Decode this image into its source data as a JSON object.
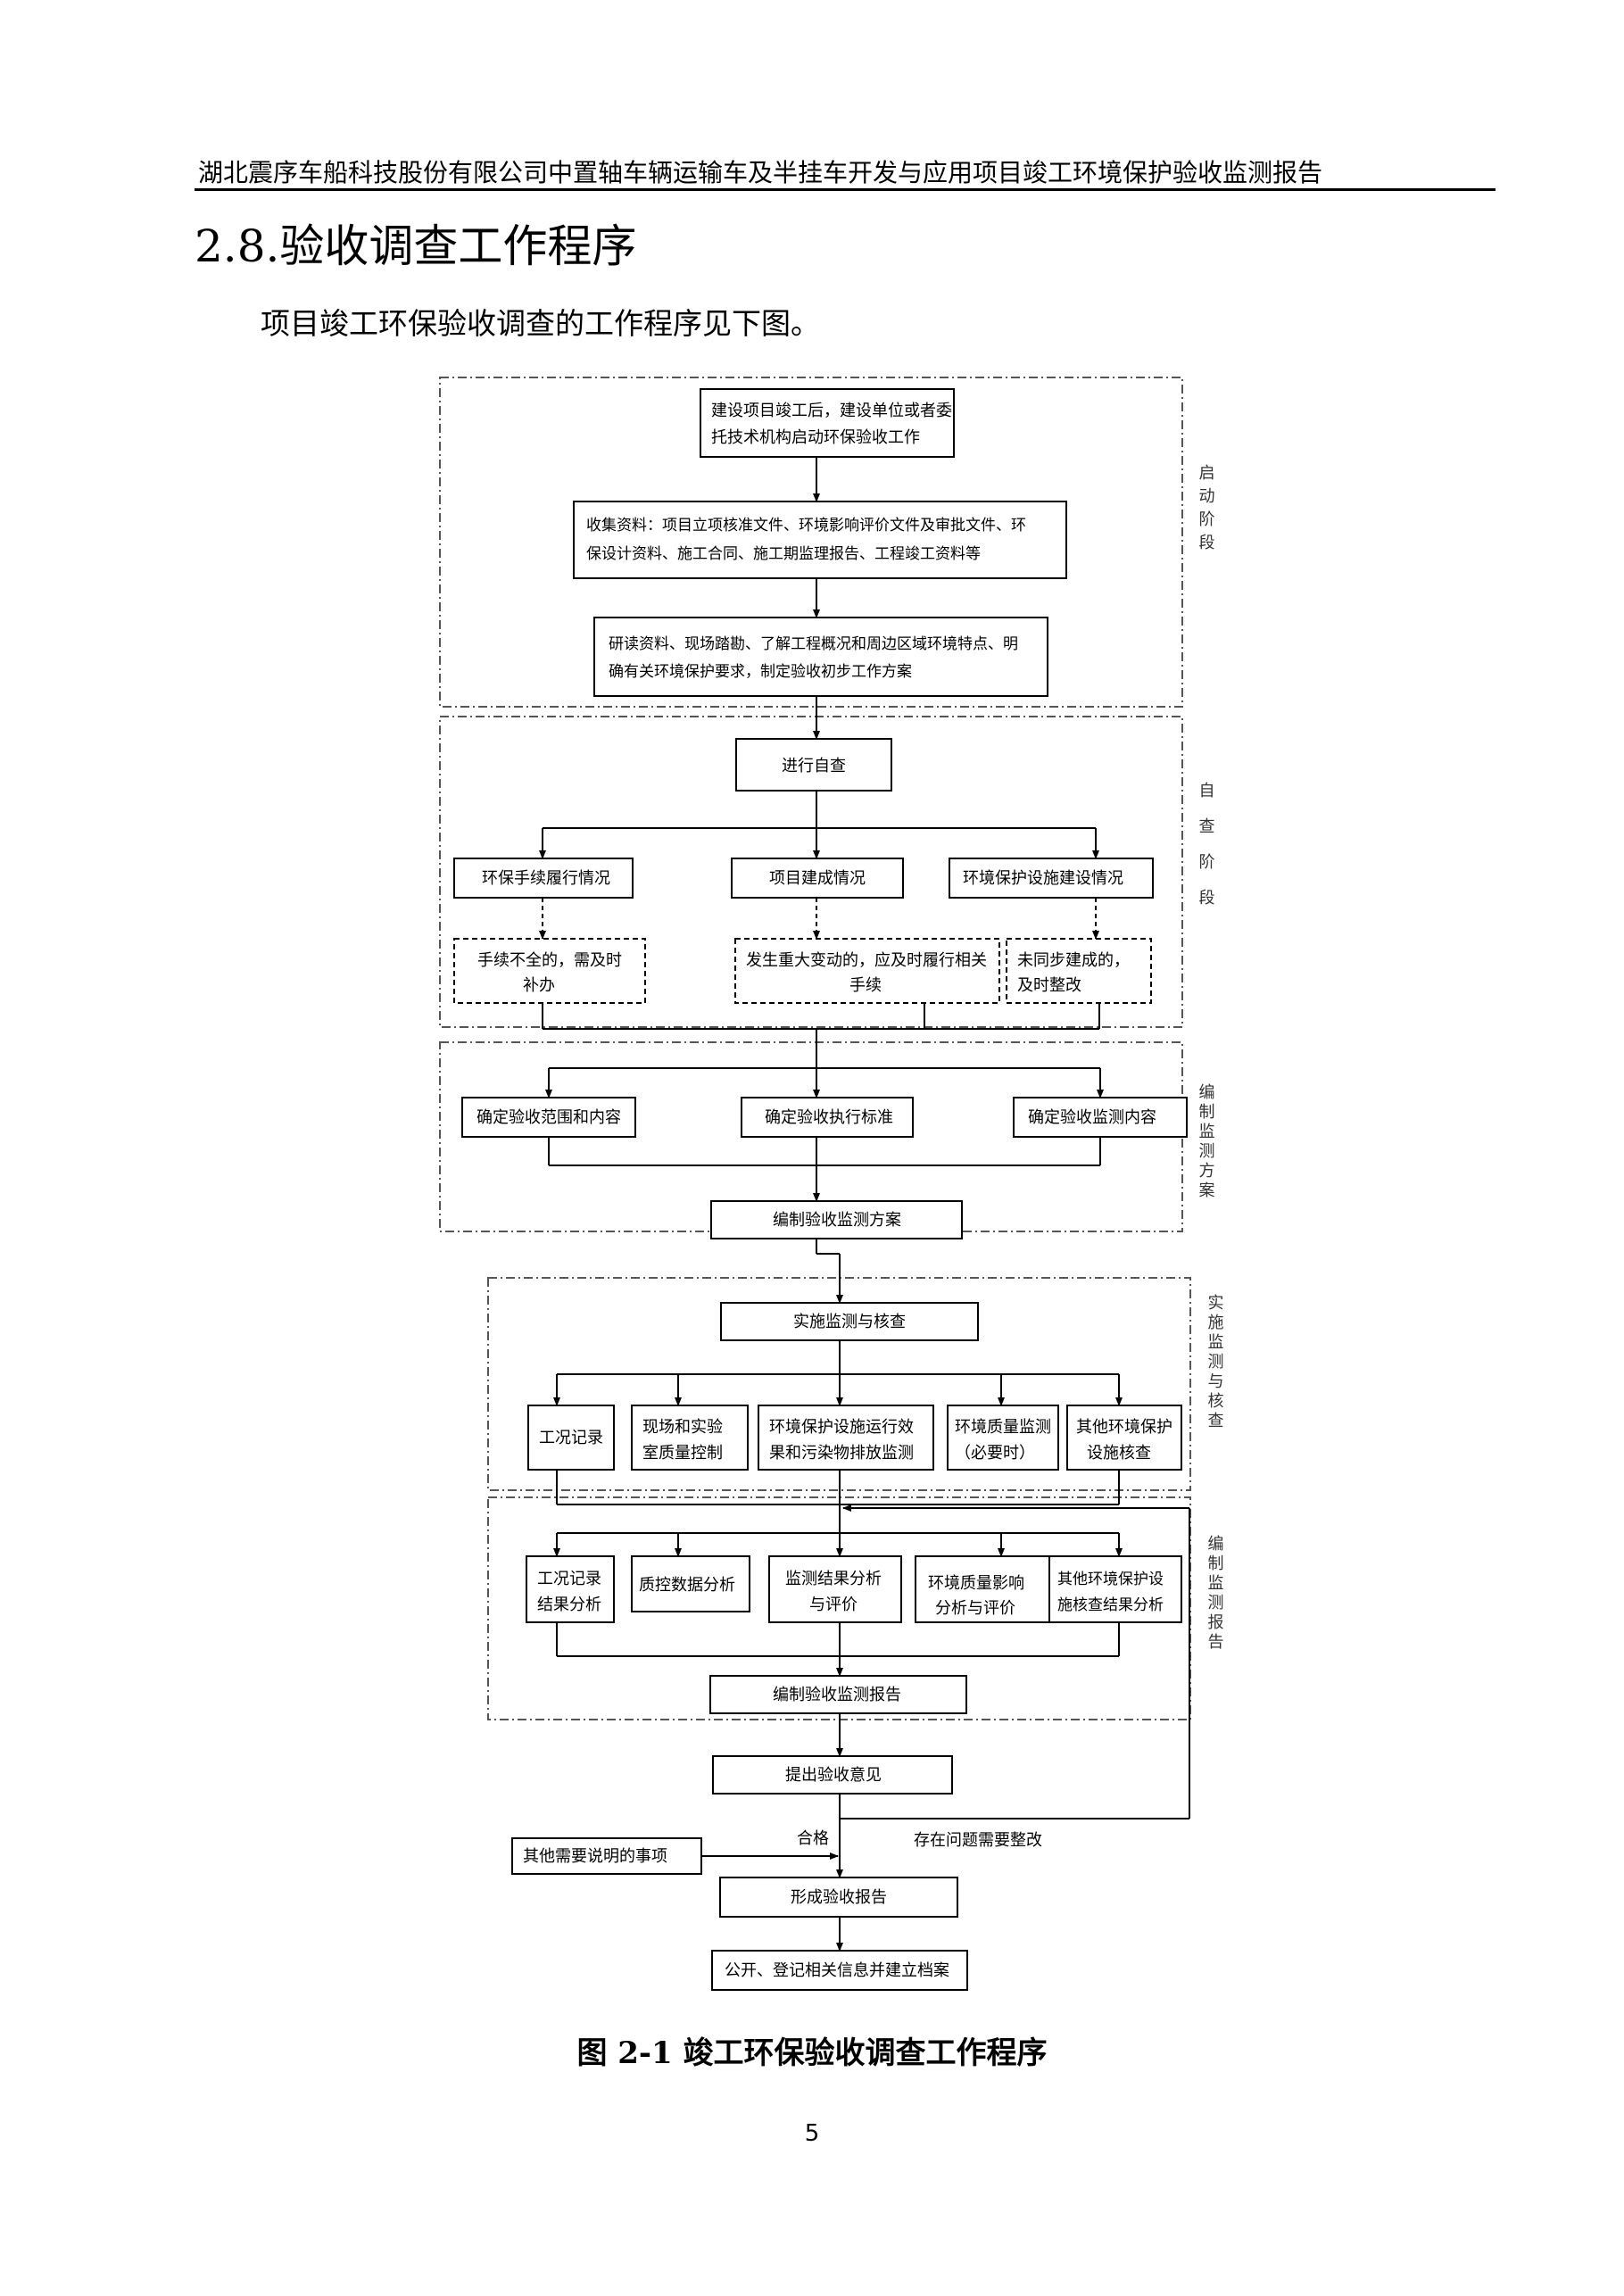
{
  "header": {
    "title": "湖北震序车船科技股份有限公司中置轴车辆运输车及半挂车开发与应用项目竣工环境保护验收监测报告"
  },
  "section": {
    "heading": "2.8.验收调查工作程序"
  },
  "intro": "项目竣工环保验收调查的工作程序见下图。",
  "flowchart": {
    "stages": [
      "启动阶段",
      "自查阶段",
      "编制监测方案",
      "实施监测与核查",
      "编制监测报告"
    ],
    "boxes": {
      "start": [
        "建设项目竣工后，建设单位或者委",
        "托技术机构启动环保验收工作"
      ],
      "collect": [
        "收集资料：项目立项核准文件、环境影响评价文件及审批文件、环",
        "保设计资料、施工合同、施工期监理报告、工程竣工资料等"
      ],
      "study": [
        "研读资料、现场踏勘、了解工程概况和周边区域环境特点、明",
        "确有关环境保护要求，制定验收初步工作方案"
      ],
      "selfcheck": "进行自查",
      "proc": "环保手续履行情况",
      "build": "项目建成情况",
      "facility": "环境保护设施建设情况",
      "procfix": [
        "手续不全的，需及时",
        "补办"
      ],
      "buildfix": [
        "发生重大变动的，应及时履行相关",
        "手续"
      ],
      "facilityfix": [
        "未同步建成的，",
        "及时整改"
      ],
      "scope": "确定验收范围和内容",
      "standard": "确定验收执行标准",
      "monitorcontent": "确定验收监测内容",
      "plan": "编制验收监测方案",
      "implement": "实施监测与核查",
      "m1": "工况记录",
      "m2": [
        "现场和实验",
        "室质量控制"
      ],
      "m3": [
        "环境保护设施运行效",
        "果和污染物排放监测"
      ],
      "m4": [
        "环境质量监测",
        "（必要时）"
      ],
      "m5": [
        "其他环境保护",
        "设施核查"
      ],
      "r1": [
        "工况记录",
        "结果分析"
      ],
      "r2": "质控数据分析",
      "r3": [
        "监测结果分析",
        "与评价"
      ],
      "r4": [
        "环境质量影响",
        "分析与评价"
      ],
      "r5": [
        "其他环境保护设",
        "施核查结果分析"
      ],
      "report": "编制验收监测报告",
      "opinion": "提出验收意见",
      "other": "其他需要说明的事项",
      "form": "形成验收报告",
      "publish": "公开、登记相关信息并建立档案"
    },
    "labels": {
      "pass": "合格",
      "rectify": "存在问题需要整改"
    }
  },
  "caption": "图 2-1  竣工环保验收调查工作程序",
  "page_number": "5"
}
